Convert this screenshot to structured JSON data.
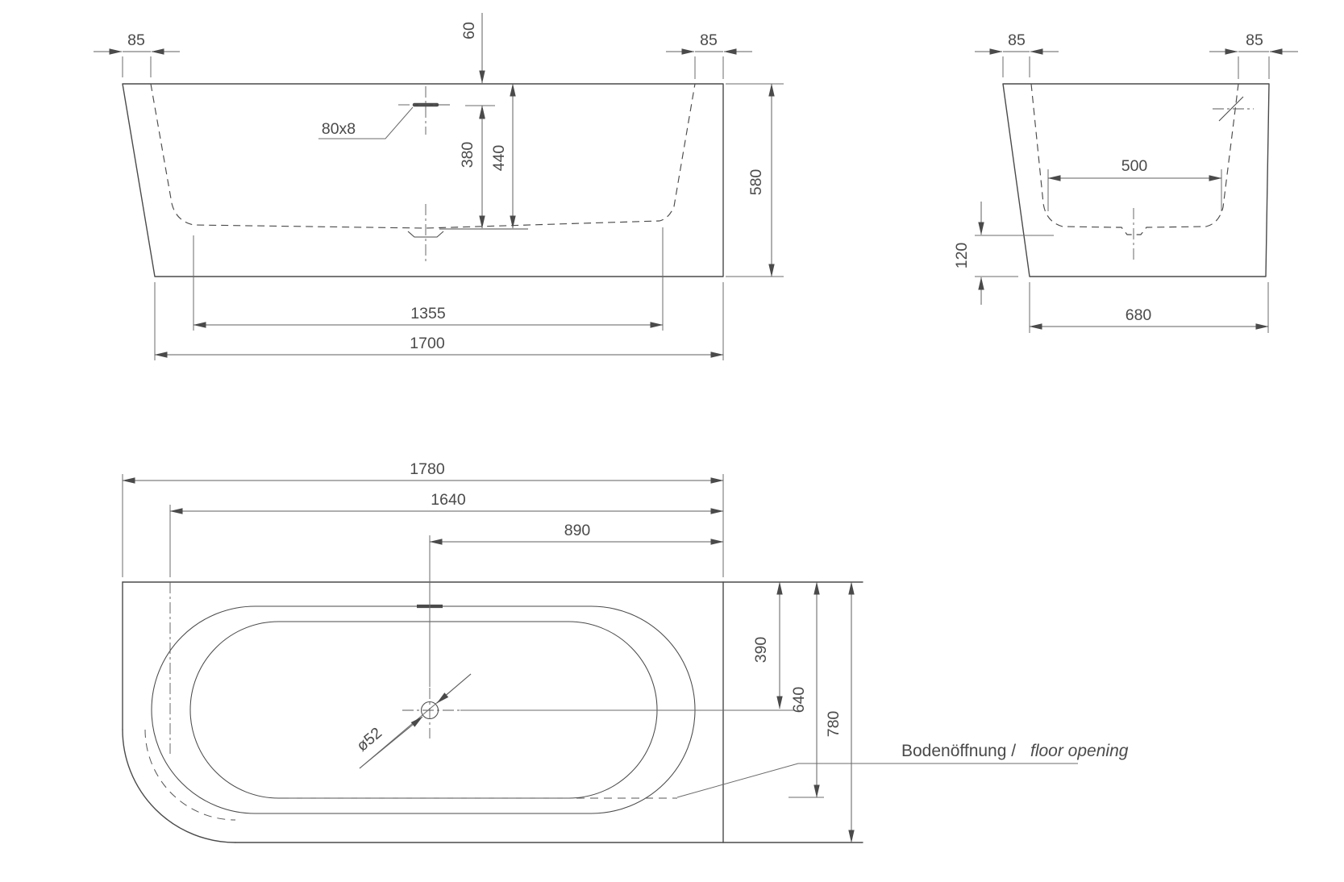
{
  "front_view": {
    "wall_left": "85",
    "wall_right": "85",
    "overflow_offset": "60",
    "overflow_slot": "80x8",
    "depth_overflow_to_bottom": "380",
    "depth_rim_to_bottom": "440",
    "height": "580",
    "base_length": "1355",
    "overall_length": "1700"
  },
  "end_view": {
    "wall_left": "85",
    "wall_right": "85",
    "inner_width": "500",
    "outlet_height": "120",
    "base_width": "680"
  },
  "plan_view": {
    "overall_length": "1780",
    "body_length": "1640",
    "drain_to_wall_end": "890",
    "drain_from_back": "390",
    "floor_opening_width": "640",
    "overall_width": "780",
    "drain_diameter": "ø52",
    "floor_opening_label_de": "Bodenöffnung /",
    "floor_opening_label_en": "floor opening"
  }
}
